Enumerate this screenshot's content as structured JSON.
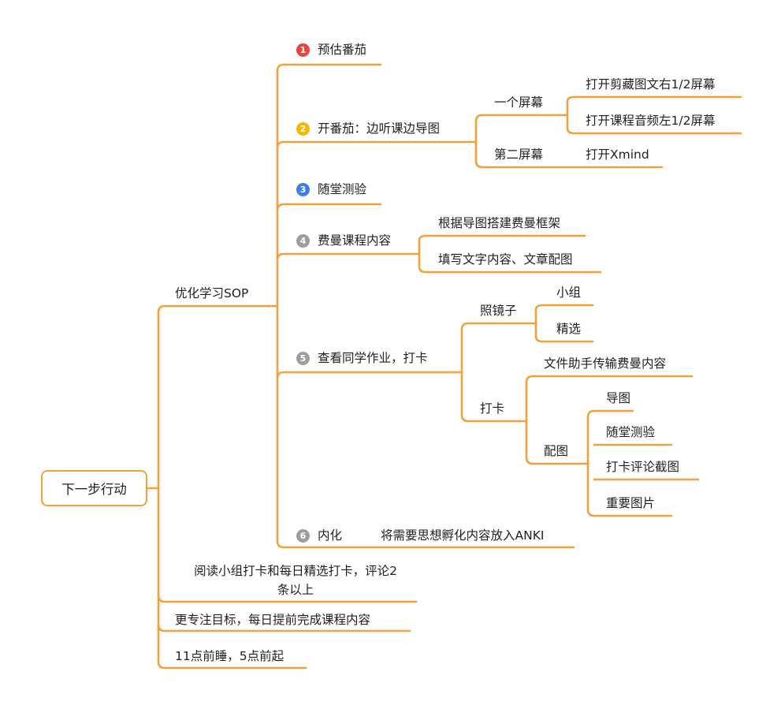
{
  "colors": {
    "branch": "#f2a23c",
    "p1": "#e8453c",
    "p2": "#f5b800",
    "p3": "#3b7ee8",
    "p4": "#9e9e9e",
    "p5": "#9e9e9e",
    "p6": "#9e9e9e"
  },
  "root": {
    "label": "下一步行动"
  },
  "branches": {
    "sop": {
      "label": "优化学习SOP",
      "items": [
        {
          "num": "1",
          "label": "预估番茄"
        },
        {
          "num": "2",
          "label": "开番茄：边听课边导图",
          "children": {
            "screen1": {
              "label": "一个屏幕",
              "children": [
                "打开剪藏图文右1/2屏幕",
                "打开课程音频左1/2屏幕"
              ]
            },
            "screen2": {
              "label": "第二屏幕",
              "children": [
                "打开Xmind"
              ]
            }
          }
        },
        {
          "num": "3",
          "label": "随堂测验"
        },
        {
          "num": "4",
          "label": "费曼课程内容",
          "children": [
            "根据导图搭建费曼框架",
            "填写文字内容、文章配图"
          ]
        },
        {
          "num": "5",
          "label": "查看同学作业，打卡",
          "children": {
            "mirror": {
              "label": "照镜子",
              "children": [
                "小组",
                "精选"
              ]
            },
            "checkin": {
              "label": "打卡",
              "children": {
                "transfer": "文件助手传输费曼内容",
                "pics": {
                  "label": "配图",
                  "children": [
                    "导图",
                    "随堂测验",
                    "打卡评论截图",
                    "重要图片"
                  ]
                }
              }
            }
          }
        },
        {
          "num": "6",
          "label": "内化",
          "children": [
            "将需要思想孵化内容放入ANKI"
          ]
        }
      ]
    },
    "read": {
      "label_line1": "阅读小组打卡和每日精选打卡，评论2",
      "label_line2": "条以上"
    },
    "focus": {
      "label": "更专注目标，每日提前完成课程内容"
    },
    "sleep": {
      "label": "11点前睡，5点前起"
    }
  }
}
